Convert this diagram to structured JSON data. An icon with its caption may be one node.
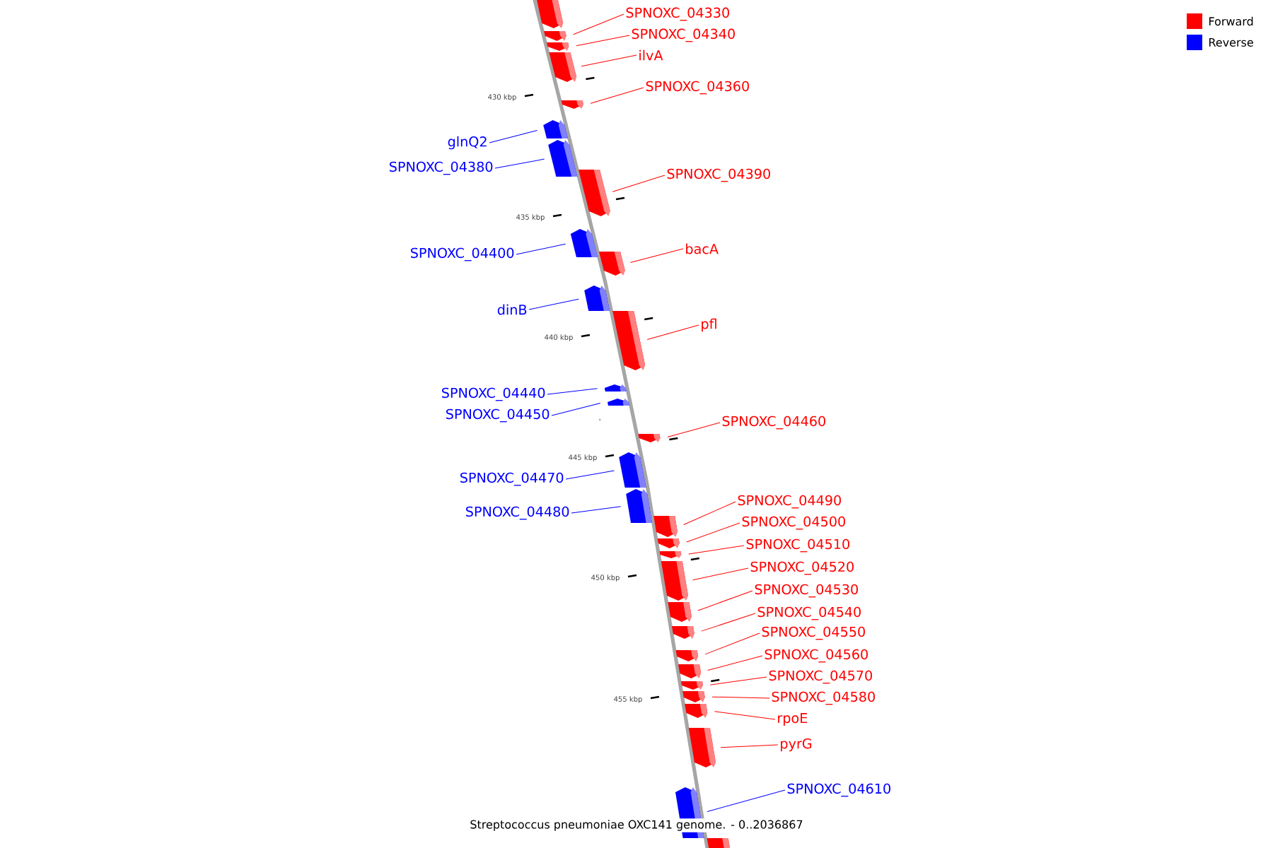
{
  "diagram": {
    "caption": "Streptococcus pneumoniae OXC141 genome. - 0..2036867",
    "nodes": [
      {
        "text": [],
        "shape": "box"
      },
      {
        "text": [
          "SPNOXC_04330"
        ]
      },
      {
        "text": [],
        "shape": "box"
      },
      {
        "text": [
          "SPNOXC_04340"
        ]
      },
      {
        "text": [],
        "shape": "box"
      },
      {
        "text": [
          "ilvA"
        ]
      },
      {
        "text": [],
        "shape": "box"
      },
      {
        "text": [
          "SPNOXC_04360"
        ]
      },
      {
        "text": [],
        "shape": "box"
      },
      {
        "text": [
          "glnQ2"
        ]
      },
      {
        "text": [],
        "shape": "box"
      },
      {
        "text": [
          "SPNOXC_04380"
        ]
      },
      {
        "text": [],
        "shape": "box"
      },
      {
        "text": [
          "SPNOXC_04390"
        ]
      },
      {
        "text": [],
        "shape": "box"
      },
      {
        "text": [
          "SPNOXC_04400"
        ]
      },
      {
        "text": [],
        "shape": "box"
      },
      {
        "text": [
          "bacA"
        ]
      },
      {
        "text": [],
        "shape": "box"
      },
      {
        "text": [
          "dinB"
        ]
      },
      {
        "text": [],
        "shape": "box"
      },
      {
        "text": [
          "pfl"
        ]
      },
      {
        "text": [],
        "shape": "box"
      },
      {
        "text": [
          "SPNOXC_04440"
        ]
      },
      {
        "text": [],
        "shape": "box"
      },
      {
        "text": [
          "SPNOXC_04450"
        ]
      },
      {
        "text": [],
        "shape": "box"
      },
      {
        "text": [
          "SPNOXC_04460"
        ]
      },
      {
        "text": [],
        "shape": "box"
      },
      {
        "text": [
          "SPNOXC_04470"
        ]
      },
      {
        "text": [],
        "shape": "box"
      },
      {
        "text": [
          "SPNOXC_04480"
        ]
      },
      {
        "text": [],
        "shape": "box"
      },
      {
        "text": [
          "SPNOXC_04490"
        ]
      },
      {
        "text": [],
        "shape": "box"
      },
      {
        "text": [
          "SPNOXC_04500"
        ]
      },
      {
        "text": [],
        "shape": "box"
      },
      {
        "text": [
          "SPNOXC_04510"
        ]
      },
      {
        "text": [],
        "shape": "box"
      },
      {
        "text": [
          "SPNOXC_04520"
        ]
      },
      {
        "text": [],
        "shape": "box"
      },
      {
        "text": [
          "SPNOXC_04530"
        ]
      },
      {
        "text": [],
        "shape": "box"
      },
      {
        "text": [
          "SPNOXC_04540"
        ]
      },
      {
        "text": [],
        "shape": "box"
      },
      {
        "text": [
          "SPNOXC_04550"
        ]
      },
      {
        "text": [],
        "shape": "box"
      },
      {
        "text": [
          "SPNOXC_04560"
        ]
      },
      {
        "text": [],
        "shape": "box"
      },
      {
        "text": [
          "SPNOXC_04570"
        ]
      },
      {
        "text": [],
        "shape": "box"
      },
      {
        "text": [
          "SPNOXC_04580"
        ]
      },
      {
        "text": [],
        "shape": "box"
      },
      {
        "text": [
          "rpoE"
        ]
      },
      {
        "text": [],
        "shape": "box"
      },
      {
        "text": [
          "pyrG"
        ]
      },
      {
        "text": [],
        "shape": "box"
      },
      {
        "text": [
          "SPNOXC_04610"
        ]
      },
      {
        "text": [],
        "shape": "box"
      },
      {
        "text": [],
        "shape": "box"
      }
    ],
    "edges": [
      {
        "from": 1,
        "to": 2,
        "arrow": "none"
      },
      {
        "from": 3,
        "to": 4,
        "arrow": "none"
      },
      {
        "from": 5,
        "to": 6,
        "arrow": "none"
      },
      {
        "from": 7,
        "to": 8,
        "arrow": "none"
      },
      {
        "from": 9,
        "to": 10,
        "arrow": "none",
        "color": "#0000ff"
      },
      {
        "from": 11,
        "to": 12,
        "arrow": "none",
        "color": "#0000ff"
      },
      {
        "from": 13,
        "to": 14,
        "arrow": "none"
      },
      {
        "from": 15,
        "to": 16,
        "arrow": "none",
        "color": "#0000ff"
      },
      {
        "from": 17,
        "to": 18,
        "arrow": "none"
      },
      {
        "from": 19,
        "to": 20,
        "arrow": "none",
        "color": "#0000ff"
      },
      {
        "from": 21,
        "to": 22,
        "arrow": "none"
      },
      {
        "from": 23,
        "to": 24,
        "arrow": "none",
        "color": "#0000ff"
      },
      {
        "from": 25,
        "to": 26,
        "arrow": "none",
        "color": "#0000ff"
      },
      {
        "from": 27,
        "to": 28,
        "arrow": "none"
      },
      {
        "from": 29,
        "to": 30,
        "arrow": "none",
        "color": "#0000ff"
      },
      {
        "from": 31,
        "to": 32,
        "arrow": "none",
        "color": "#0000ff"
      },
      {
        "from": 33,
        "to": 34,
        "arrow": "none"
      },
      {
        "from": 35,
        "to": 36,
        "arrow": "none"
      },
      {
        "from": 37,
        "to": 38,
        "arrow": "none"
      },
      {
        "from": 39,
        "to": 40,
        "arrow": "none"
      },
      {
        "from": 41,
        "to": 42,
        "arrow": "none"
      },
      {
        "from": 43,
        "to": 44,
        "arrow": "none"
      },
      {
        "from": 45,
        "to": 46,
        "arrow": "none"
      },
      {
        "from": 47,
        "to": 48,
        "arrow": "none"
      },
      {
        "from": 49,
        "to": 50,
        "arrow": "none"
      },
      {
        "from": 51,
        "to": 52,
        "arrow": "none"
      },
      {
        "from": 53,
        "to": 54,
        "arrow": "none"
      },
      {
        "from": 55,
        "to": 56,
        "arrow": "none"
      },
      {
        "from": 57,
        "to": 58,
        "arrow": "none",
        "color": "#0000ff"
      }
    ],
    "labels": [
      "430 kbp",
      "435 kbp",
      "440 kbp",
      "445 kbp",
      "450 kbp",
      "455 kbp"
    ],
    "legend": [
      {
        "text": "Forward",
        "color": "#ff0000"
      },
      {
        "text": "Reverse",
        "color": "#0000ff"
      }
    ]
  }
}
